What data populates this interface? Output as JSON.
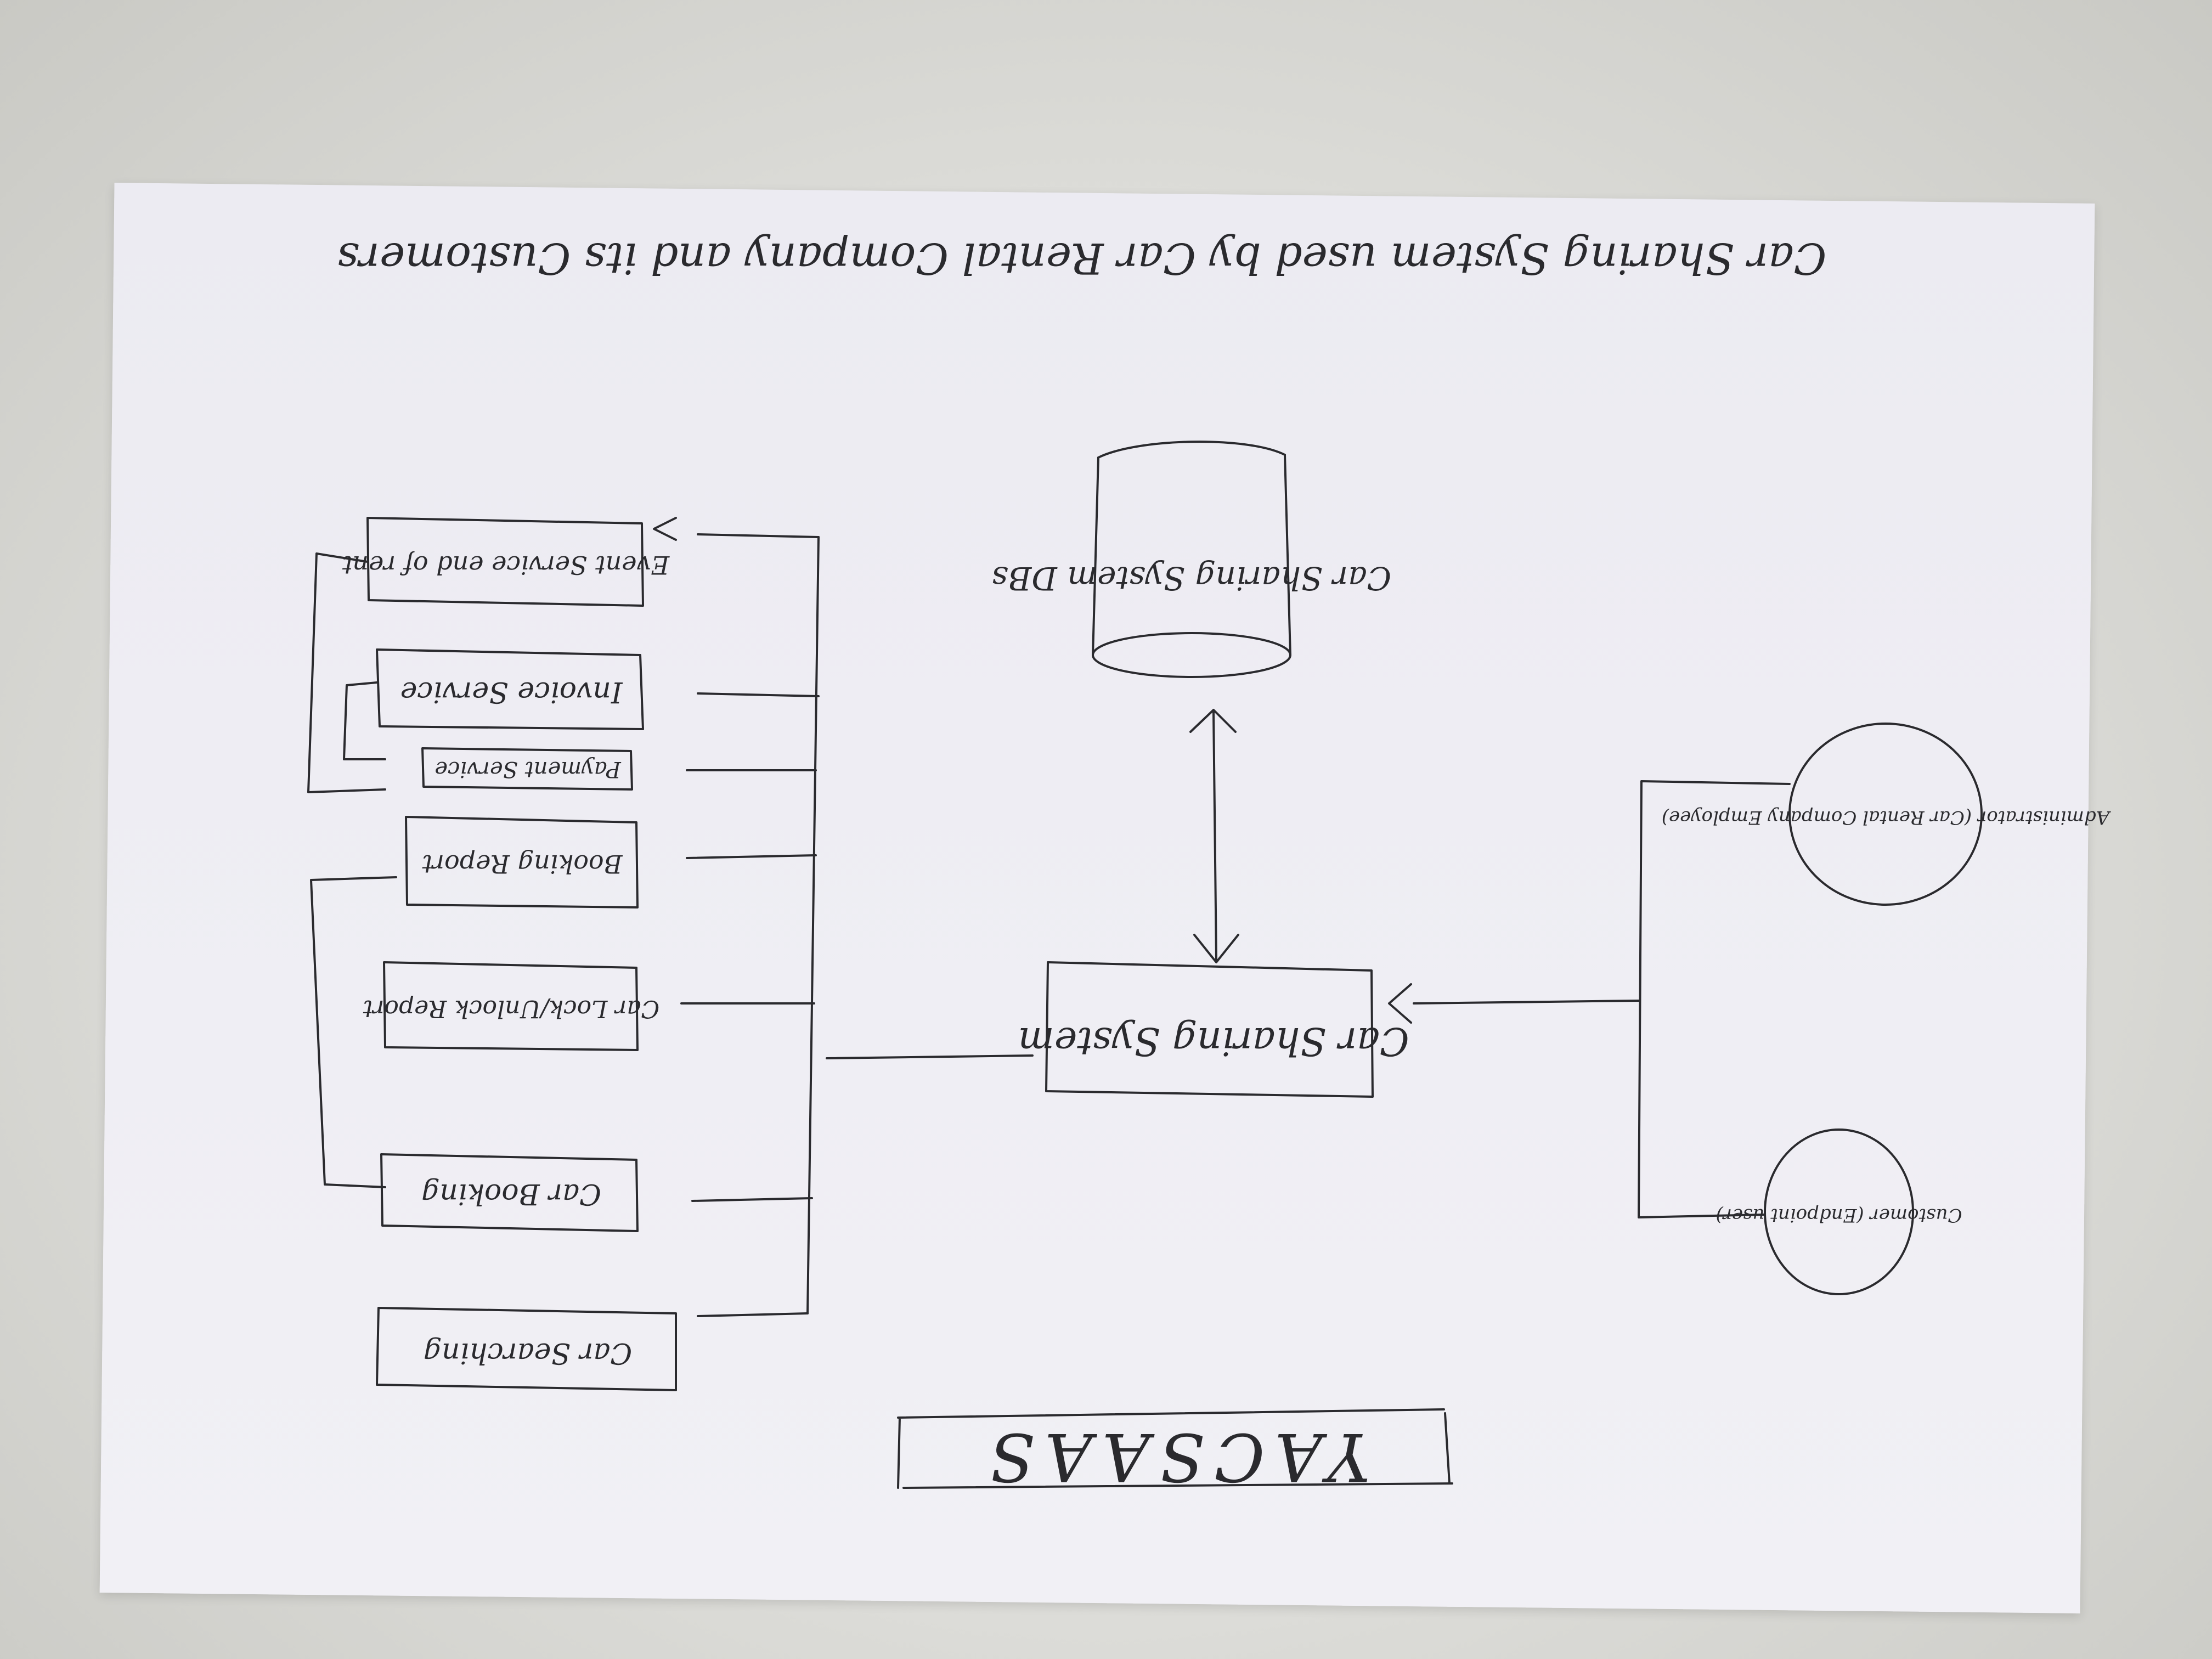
{
  "diagram": {
    "title": "Car Sharing System used by Car Rental Company and its Customers",
    "project_name": "YACSAAS",
    "core_system": "Car Sharing System",
    "database": "Car Sharing System DBs",
    "actors": [
      "Administrator (Car Rental Company Employee)",
      "Customer (Endpoint user)"
    ],
    "services": [
      "Event Service end of rent",
      "Invoice Service",
      "Payment Service",
      "Booking Report",
      "Car Lock/Unlock Report",
      "Car Booking",
      "Car Searching"
    ]
  }
}
